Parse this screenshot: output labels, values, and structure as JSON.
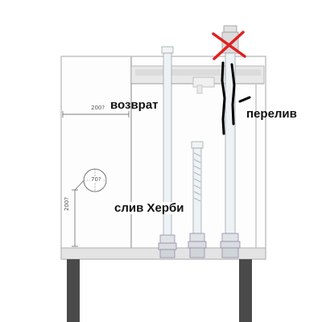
{
  "labels": {
    "return": "возврат",
    "overflow": "перелив",
    "herbie_drain": "слив Херби"
  },
  "dimensions": {
    "top_width": "200?",
    "height_left": "200?",
    "circle_dim": "70?"
  },
  "colors": {
    "wall": "#b8b8b8",
    "glass_fill": "#fafafa",
    "pipe": "#e9eef2",
    "legs": "#4a4a4a",
    "cross": "#e02020",
    "marker": "#000000"
  }
}
